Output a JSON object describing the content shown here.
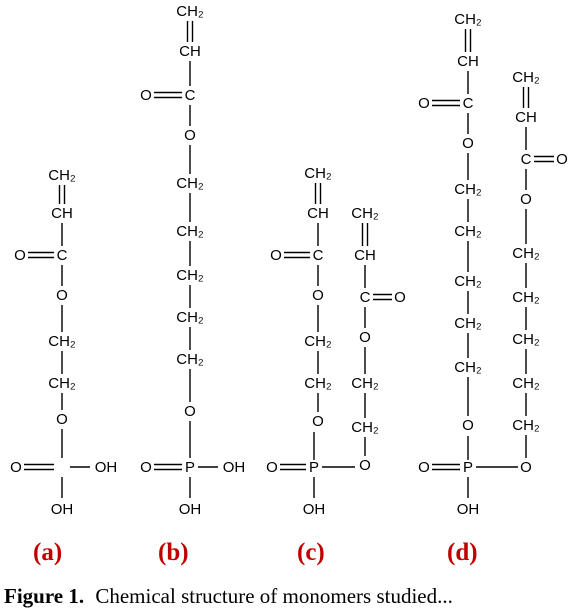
{
  "atoms": {
    "ch2": "CH₂",
    "ch": "CH",
    "c": "C",
    "o": "O",
    "p": "P",
    "oh": "OH"
  },
  "panels": [
    "(a)",
    "(b)",
    "(c)",
    "(d)"
  ],
  "caption": {
    "prefix": "Figure 1.",
    "text": "Chemical structure of monomers studied..."
  },
  "colors": {
    "label": "#c00000",
    "line": "#000000"
  }
}
